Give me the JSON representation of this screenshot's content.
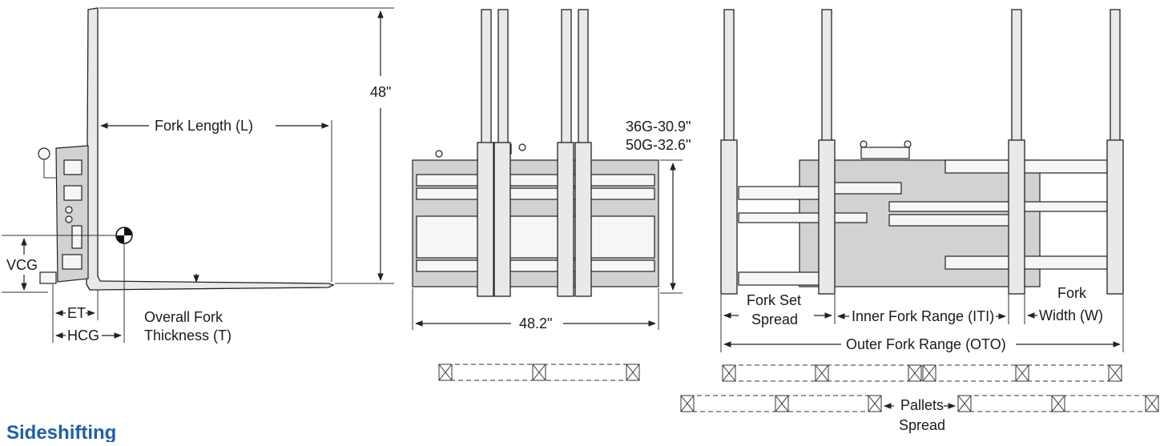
{
  "side_view": {
    "height_label": "48\"",
    "fork_length_label": "Fork Length (L)",
    "vcg_label": "VCG",
    "et_label": "ET",
    "hcg_label": "HCG",
    "thickness_label_1": "Overall Fork",
    "thickness_label_2": "Thickness (T)"
  },
  "front_view": {
    "height_label_1": "36G-30.9\"",
    "height_label_2": "50G-32.6\"",
    "width_label": "48.2\""
  },
  "spread_view": {
    "fork_set_spread_1": "Fork Set",
    "fork_set_spread_2": "Spread",
    "inner_range_label": "Inner Fork Range (ITI)",
    "fork_width_1": "Fork",
    "fork_width_2": "Width (W)",
    "outer_range_label": "Outer Fork Range (OTO)",
    "pallets_label_1": "Pallets",
    "pallets_label_2": "Spread"
  },
  "title": "Sideshifting"
}
